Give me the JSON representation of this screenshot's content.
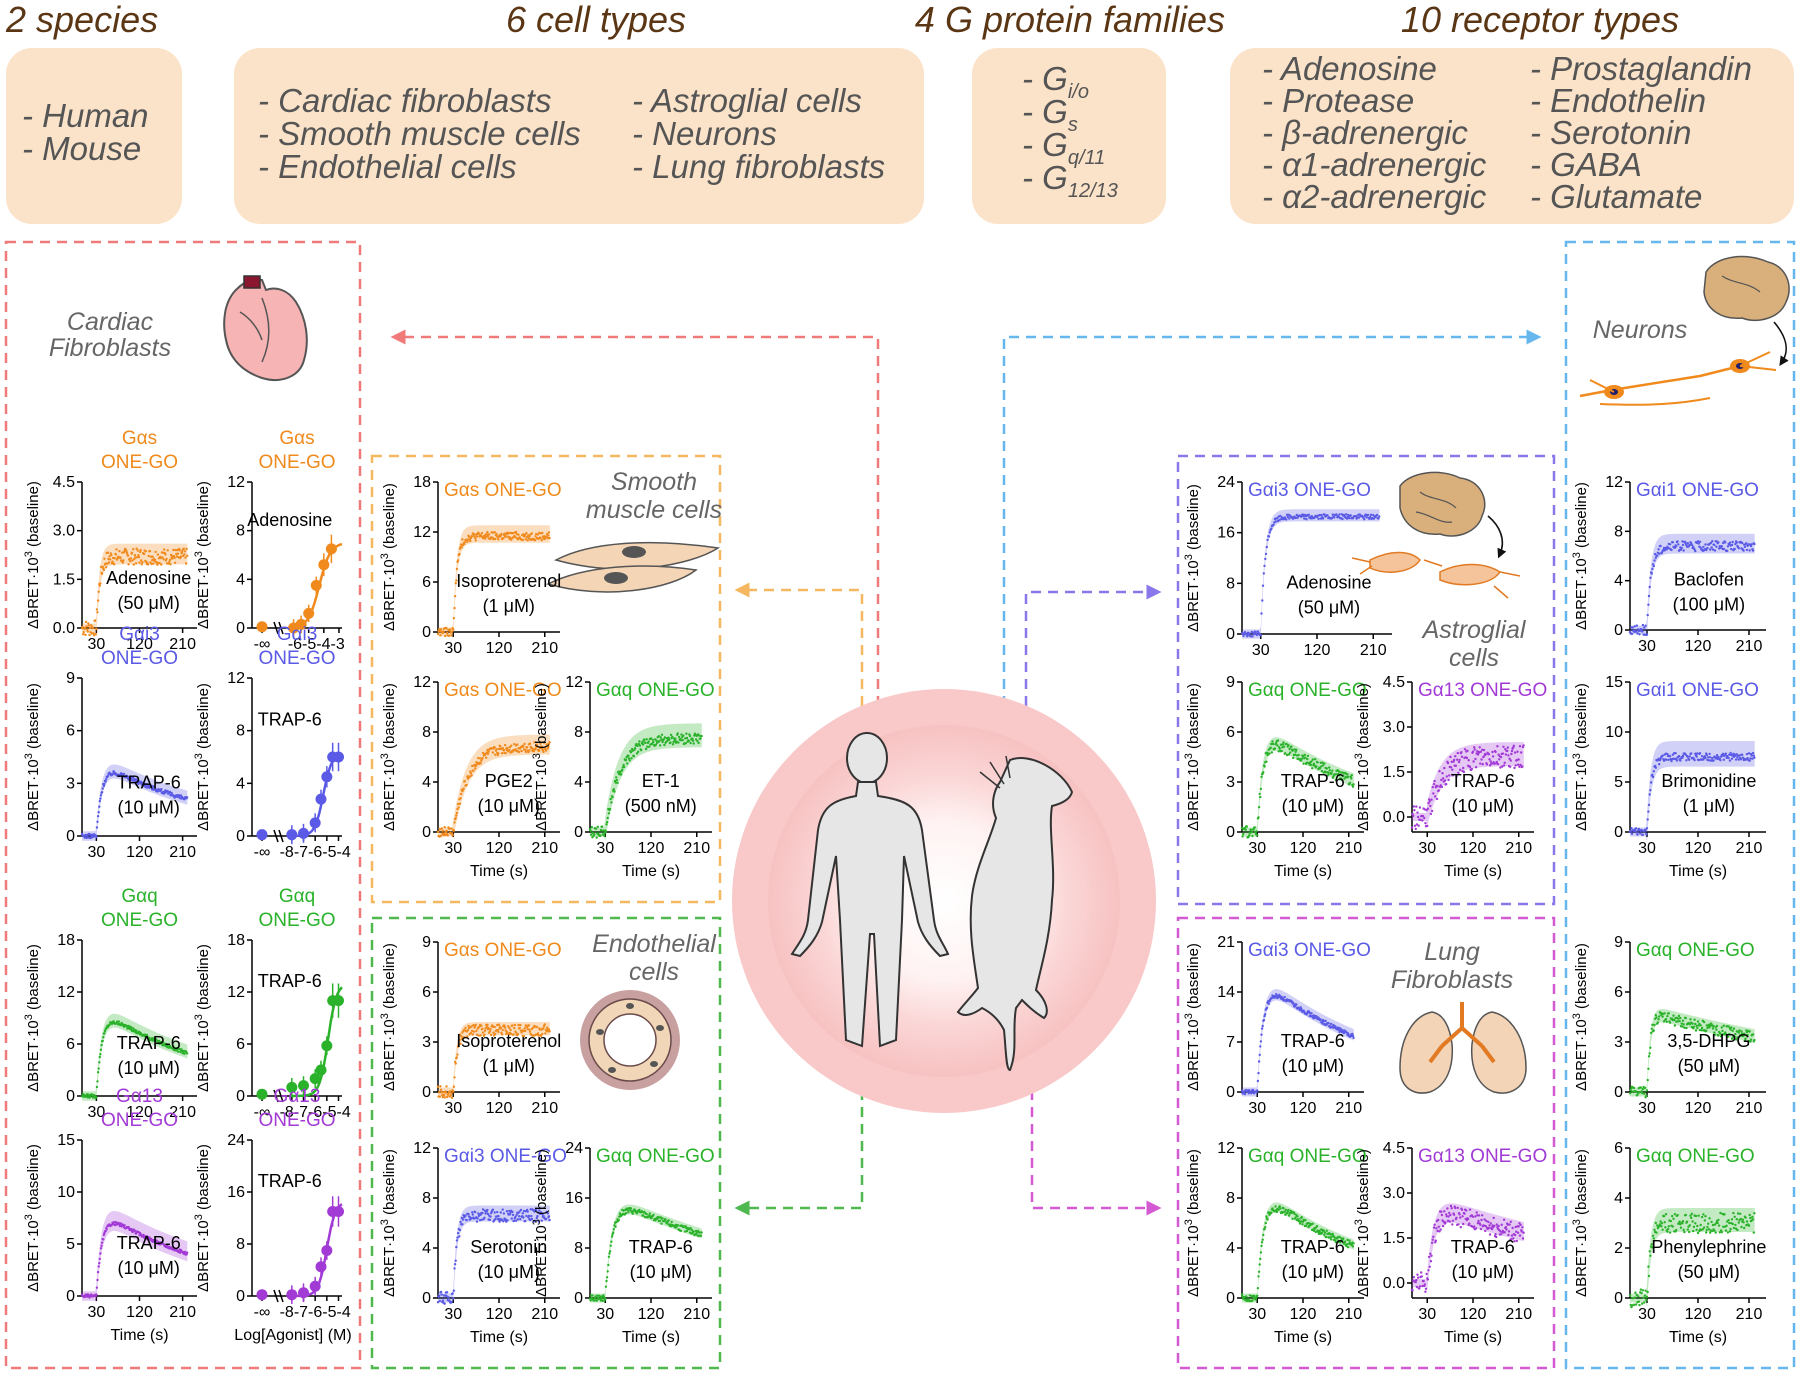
{
  "header": {
    "species": {
      "title": "2 species",
      "items": [
        "- Human",
        "- Mouse"
      ]
    },
    "cells": {
      "title": "6 cell types",
      "col1": [
        "- Cardiac fibroblasts",
        "- Smooth muscle cells",
        "- Endothelial cells"
      ],
      "col2": [
        "- Astroglial cells",
        "- Neurons",
        "- Lung fibroblasts"
      ]
    },
    "gproteins": {
      "title": "4 G protein families",
      "items": [
        {
          "base": "- G",
          "sub": "i/o"
        },
        {
          "base": "- G",
          "sub": "s"
        },
        {
          "base": "- G",
          "sub": "q/11"
        },
        {
          "base": "- G",
          "sub": "12/13"
        }
      ]
    },
    "receptors": {
      "title": "10 receptor types",
      "col1": [
        "- Adenosine",
        "- Protease",
        "- β-adrenergic",
        "- α1-adrenergic",
        "- α2-adrenergic"
      ],
      "col2": [
        "- Prostaglandin",
        "- Endothelin",
        "- Serotonin",
        "- GABA",
        "- Glutamate"
      ]
    }
  },
  "colors": {
    "gs": "#f08a1c",
    "gi": "#5a5ae6",
    "gq": "#2ab22a",
    "g13": "#a23ad6",
    "cardiac": "#f07a7a",
    "smooth": "#f5b860",
    "endo": "#4fb84f",
    "astro": "#8a78ea",
    "lung": "#d45ad4",
    "neuron": "#66b7ee",
    "summary_fill": "#fbe3c9",
    "header_text": "#5a3614"
  },
  "regions": {
    "cardiac": [
      "Cardiac",
      "Fibroblasts"
    ],
    "smooth": [
      "Smooth",
      "muscle cells"
    ],
    "endo": [
      "Endothelial",
      "cells"
    ],
    "astro": [
      "Astroglial",
      "cells"
    ],
    "lung": [
      "Lung",
      "Fibroblasts"
    ],
    "neuron": [
      "Neurons"
    ]
  },
  "axis_labels": {
    "delta": "ΔBRET·10",
    "exp": "3",
    "baseline": " (baseline)",
    "time": "Time (s)",
    "logagonist": "Log[Agonist] (M)",
    "neg_inf": "-∞"
  },
  "panels": [
    {
      "id": "cf-gs-time",
      "kind": "time",
      "sensor": "gs",
      "title": [
        "Gαs",
        "ONE-GO"
      ],
      "yticks": [
        "0.0",
        "1.5",
        "3.0",
        "4.5"
      ],
      "ymax": 4.5,
      "xticks": [
        "30",
        "120",
        "210"
      ],
      "drug": [
        "Adenosine",
        "(50 μM)"
      ],
      "peak": 2.2,
      "shape": "plateau",
      "noise": 0.25,
      "band": 0.4
    },
    {
      "id": "cf-gs-dose",
      "kind": "dose",
      "sensor": "gs",
      "title": [
        "Gαs",
        "ONE-GO"
      ],
      "yticks": [
        "0",
        "4",
        "8",
        "12"
      ],
      "ymax": 12,
      "xticks": [
        "-6",
        "-5",
        "-4",
        "-3"
      ],
      "xmin": -6.5,
      "xmax": -2.8,
      "drug": [
        "Adenosine"
      ],
      "points": [
        {
          "x": -6,
          "y": 0
        },
        {
          "x": -5.5,
          "y": 0.3
        },
        {
          "x": -5,
          "y": 1.2
        },
        {
          "x": -4.5,
          "y": 3.5
        },
        {
          "x": -4,
          "y": 5.2
        },
        {
          "x": -3.5,
          "y": 6.5
        }
      ],
      "zero_point": 0.1,
      "ec50": -4.3,
      "top": 7.0
    },
    {
      "id": "cf-gi-time",
      "kind": "time",
      "sensor": "gi",
      "title": [
        "Gαi3",
        "ONE-GO"
      ],
      "yticks": [
        "0",
        "3",
        "6",
        "9"
      ],
      "ymax": 9,
      "xticks": [
        "30",
        "120",
        "210"
      ],
      "drug": [
        "TRAP-6",
        "(10 μM)"
      ],
      "peak": 4.0,
      "shape": "transient",
      "noise": 0.12,
      "band": 0.5
    },
    {
      "id": "cf-gi-dose",
      "kind": "dose",
      "sensor": "gi",
      "title": [
        "Gαi3",
        "ONE-GO"
      ],
      "yticks": [
        "0",
        "4",
        "8",
        "12"
      ],
      "ymax": 12,
      "xticks": [
        "-8",
        "-7",
        "-6",
        "-5",
        "-4"
      ],
      "xmin": -8.5,
      "xmax": -3.7,
      "drug": [
        "TRAP-6"
      ],
      "points": [
        {
          "x": -8,
          "y": 0.1
        },
        {
          "x": -7,
          "y": 0.2
        },
        {
          "x": -6,
          "y": 1.0
        },
        {
          "x": -5.5,
          "y": 2.8
        },
        {
          "x": -5,
          "y": 4.5
        },
        {
          "x": -4.5,
          "y": 6.0
        },
        {
          "x": -4,
          "y": 6.0
        }
      ],
      "zero_point": 0.1,
      "ec50": -5.3,
      "top": 6.3
    },
    {
      "id": "cf-gq-time",
      "kind": "time",
      "sensor": "gq",
      "title": [
        "Gαq",
        "ONE-GO"
      ],
      "yticks": [
        "0",
        "6",
        "12",
        "18"
      ],
      "ymax": 18,
      "xticks": [
        "30",
        "120",
        "210"
      ],
      "drug": [
        "TRAP-6",
        "(10 μM)"
      ],
      "peak": 9.5,
      "shape": "transient",
      "noise": 0.2,
      "band": 1.0
    },
    {
      "id": "cf-gq-dose",
      "kind": "dose",
      "sensor": "gq",
      "title": [
        "Gαq",
        "ONE-GO"
      ],
      "yticks": [
        "0",
        "6",
        "12",
        "18"
      ],
      "ymax": 18,
      "xticks": [
        "-8",
        "-7",
        "-6",
        "-5",
        "-4"
      ],
      "xmin": -8.5,
      "xmax": -3.7,
      "drug": [
        "TRAP-6"
      ],
      "points": [
        {
          "x": -8,
          "y": 1.0
        },
        {
          "x": -7,
          "y": 1.2
        },
        {
          "x": -6,
          "y": 2.0
        },
        {
          "x": -5.5,
          "y": 3.0
        },
        {
          "x": -5,
          "y": 5.8
        },
        {
          "x": -4.5,
          "y": 11.0
        },
        {
          "x": -4,
          "y": 11.0
        }
      ],
      "zero_point": 0.2,
      "ec50": -4.9,
      "top": 13.0
    },
    {
      "id": "cf-g13-time",
      "kind": "time",
      "sensor": "g13",
      "title": [
        "Gα13",
        "ONE-GO"
      ],
      "yticks": [
        "0",
        "5",
        "10",
        "15"
      ],
      "ymax": 15,
      "xticks": [
        "30",
        "120",
        "210"
      ],
      "drug": [
        "TRAP-6",
        "(10 μM)"
      ],
      "peak": 7.8,
      "shape": "transient",
      "noise": 0.15,
      "band": 1.2
    },
    {
      "id": "cf-g13-dose",
      "kind": "dose",
      "sensor": "g13",
      "title": [
        "Gα13",
        "ONE-GO"
      ],
      "yticks": [
        "0",
        "8",
        "16",
        "24"
      ],
      "ymax": 24,
      "xticks": [
        "-8",
        "-7",
        "-6",
        "-5",
        "-4"
      ],
      "xmin": -8.5,
      "xmax": -3.7,
      "drug": [
        "TRAP-6"
      ],
      "points": [
        {
          "x": -8,
          "y": 0.2
        },
        {
          "x": -7,
          "y": 0.5
        },
        {
          "x": -6,
          "y": 1.5
        },
        {
          "x": -5.5,
          "y": 4.5
        },
        {
          "x": -5,
          "y": 7.0
        },
        {
          "x": -4.5,
          "y": 13.0
        },
        {
          "x": -4,
          "y": 13.0
        }
      ],
      "zero_point": 0.2,
      "ec50": -5.0,
      "top": 14.5
    },
    {
      "id": "sm-gs-time",
      "kind": "time",
      "sensor": "gs",
      "title": [
        "Gαs ONE-GO"
      ],
      "yticks": [
        "0",
        "6",
        "12",
        "18"
      ],
      "ymax": 18,
      "xticks": [
        "30",
        "120",
        "210"
      ],
      "drug": [
        "Isoproterenol",
        "(1 μM)"
      ],
      "peak": 11.5,
      "shape": "plateau",
      "noise": 0.5,
      "band": 1.3
    },
    {
      "id": "sm-gs2-time",
      "kind": "time",
      "sensor": "gs",
      "title": [
        "Gαs ONE-GO"
      ],
      "yticks": [
        "0",
        "4",
        "8",
        "12"
      ],
      "ymax": 12,
      "xticks": [
        "30",
        "120",
        "210"
      ],
      "drug": [
        "PGE2",
        "(10 μM)"
      ],
      "peak": 6.8,
      "shape": "slow",
      "noise": 0.4,
      "band": 1.0
    },
    {
      "id": "sm-gq-time",
      "kind": "time",
      "sensor": "gq",
      "title": [
        "Gαq ONE-GO"
      ],
      "yticks": [
        "0",
        "4",
        "8",
        "12"
      ],
      "ymax": 12,
      "xticks": [
        "30",
        "120",
        "210"
      ],
      "drug": [
        "ET-1",
        "(500 nM)"
      ],
      "peak": 7.5,
      "shape": "slow",
      "noise": 0.45,
      "band": 1.2
    },
    {
      "id": "en-gs-time",
      "kind": "time",
      "sensor": "gs",
      "title": [
        "Gαs ONE-GO"
      ],
      "yticks": [
        "0",
        "3",
        "6",
        "9"
      ],
      "ymax": 9,
      "xticks": [
        "30",
        "120",
        "210"
      ],
      "drug": [
        "Isoproterenol",
        "(1 μM)"
      ],
      "peak": 3.7,
      "shape": "plateau",
      "noise": 0.35,
      "band": 0.5
    },
    {
      "id": "en-gi-time",
      "kind": "time",
      "sensor": "gi",
      "title": [
        "Gαi3 ONE-GO"
      ],
      "yticks": [
        "0",
        "4",
        "8",
        "12"
      ],
      "ymax": 12,
      "xticks": [
        "30",
        "120",
        "210"
      ],
      "drug": [
        "Serotonin",
        "(10 μM)"
      ],
      "peak": 6.6,
      "shape": "plateau",
      "noise": 0.5,
      "band": 0.8
    },
    {
      "id": "en-gq-time",
      "kind": "time",
      "sensor": "gq",
      "title": [
        "Gαq ONE-GO"
      ],
      "yticks": [
        "0",
        "8",
        "16",
        "24"
      ],
      "ymax": 24,
      "xticks": [
        "30",
        "120",
        "210"
      ],
      "drug": [
        "TRAP-6",
        "(10 μM)"
      ],
      "peak": 15.5,
      "shape": "transient-slight",
      "noise": 0.5,
      "band": 1.0
    },
    {
      "id": "as-gi-time",
      "kind": "time",
      "sensor": "gi",
      "title": [
        "Gαi3 ONE-GO"
      ],
      "yticks": [
        "0",
        "8",
        "16",
        "24"
      ],
      "ymax": 24,
      "xticks": [
        "30",
        "120",
        "210"
      ],
      "drug": [
        "Adenosine",
        "(50 μM)"
      ],
      "peak": 18.5,
      "shape": "plateau",
      "noise": 0.4,
      "band": 1.2
    },
    {
      "id": "as-gq-time",
      "kind": "time",
      "sensor": "gq",
      "title": [
        "Gαq ONE-GO"
      ],
      "yticks": [
        "0",
        "3",
        "6",
        "9"
      ],
      "ymax": 9,
      "xticks": [
        "30",
        "120",
        "210"
      ],
      "drug": [
        "TRAP-6",
        "(10 μM)"
      ],
      "peak": 5.8,
      "shape": "transient",
      "noise": 0.35,
      "band": 0.5
    },
    {
      "id": "as-g13-time",
      "kind": "time",
      "sensor": "g13",
      "title": [
        "Gα13 ONE-GO"
      ],
      "yticks": [
        "0.0",
        "1.5",
        "3.0",
        "4.5"
      ],
      "ymax": 4.5,
      "xticks": [
        "30",
        "120",
        "210"
      ],
      "drug": [
        "TRAP-6",
        "(10 μM)"
      ],
      "peak": 2.0,
      "shape": "slow",
      "noise": 0.4,
      "band": 0.5,
      "ymin": -0.5
    },
    {
      "id": "ne-gi-time",
      "kind": "time",
      "sensor": "gi",
      "title": [
        "Gαi1 ONE-GO"
      ],
      "yticks": [
        "0",
        "4",
        "8",
        "12"
      ],
      "ymax": 12,
      "xticks": [
        "30",
        "120",
        "210"
      ],
      "drug": [
        "Baclofen",
        "(100 μM)"
      ],
      "peak": 6.8,
      "shape": "plateau",
      "noise": 0.4,
      "band": 1.0
    },
    {
      "id": "ne-gi2-time",
      "kind": "time",
      "sensor": "gi",
      "title": [
        "Gαi1 ONE-GO"
      ],
      "yticks": [
        "0",
        "5",
        "10",
        "15"
      ],
      "ymax": 15,
      "xticks": [
        "30",
        "120",
        "210"
      ],
      "drug": [
        "Brimonidine",
        "(1 μM)"
      ],
      "peak": 7.5,
      "shape": "plateau",
      "noise": 0.4,
      "band": 1.6
    },
    {
      "id": "lu-gi-time",
      "kind": "time",
      "sensor": "gi",
      "title": [
        "Gαi3 ONE-GO"
      ],
      "yticks": [
        "0",
        "7",
        "14",
        "21"
      ],
      "ymax": 21,
      "xticks": [
        "30",
        "120",
        "210"
      ],
      "drug": [
        "TRAP-6",
        "(10 μM)"
      ],
      "peak": 15.0,
      "shape": "transient",
      "noise": 0.3,
      "band": 1.0
    },
    {
      "id": "lu-gq-time",
      "kind": "time",
      "sensor": "gq",
      "title": [
        "Gαq ONE-GO"
      ],
      "yticks": [
        "0",
        "4",
        "8",
        "12"
      ],
      "ymax": 12,
      "xticks": [
        "30",
        "120",
        "210"
      ],
      "drug": [
        "TRAP-6",
        "(10 μM)"
      ],
      "peak": 8.0,
      "shape": "transient",
      "noise": 0.3,
      "band": 0.5
    },
    {
      "id": "lu-g13-time",
      "kind": "time",
      "sensor": "g13",
      "title": [
        "Gα13 ONE-GO"
      ],
      "yticks": [
        "0.0",
        "1.5",
        "3.0",
        "4.5"
      ],
      "ymax": 4.5,
      "xticks": [
        "30",
        "120",
        "210"
      ],
      "drug": [
        "TRAP-6",
        "(10 μM)"
      ],
      "peak": 2.5,
      "shape": "transient-slight",
      "noise": 0.35,
      "band": 0.4,
      "ymin": -0.5
    },
    {
      "id": "ne-gq-time",
      "kind": "time",
      "sensor": "gq",
      "title": [
        "Gαq ONE-GO"
      ],
      "yticks": [
        "0",
        "3",
        "6",
        "9"
      ],
      "ymax": 9,
      "xticks": [
        "30",
        "120",
        "210"
      ],
      "drug": [
        "3,5-DHPG",
        "(50 μM)"
      ],
      "peak": 4.6,
      "shape": "decay-slow",
      "noise": 0.35,
      "band": 0.5
    },
    {
      "id": "ne-gq2-time",
      "kind": "time",
      "sensor": "gq",
      "title": [
        "Gαq ONE-GO"
      ],
      "yticks": [
        "0",
        "2",
        "4",
        "6"
      ],
      "ymax": 6,
      "xticks": [
        "30",
        "120",
        "210"
      ],
      "drug": [
        "Phenylephrine",
        "(50 μM)"
      ],
      "peak": 3.0,
      "shape": "plateau",
      "noise": 0.4,
      "band": 0.6
    }
  ]
}
